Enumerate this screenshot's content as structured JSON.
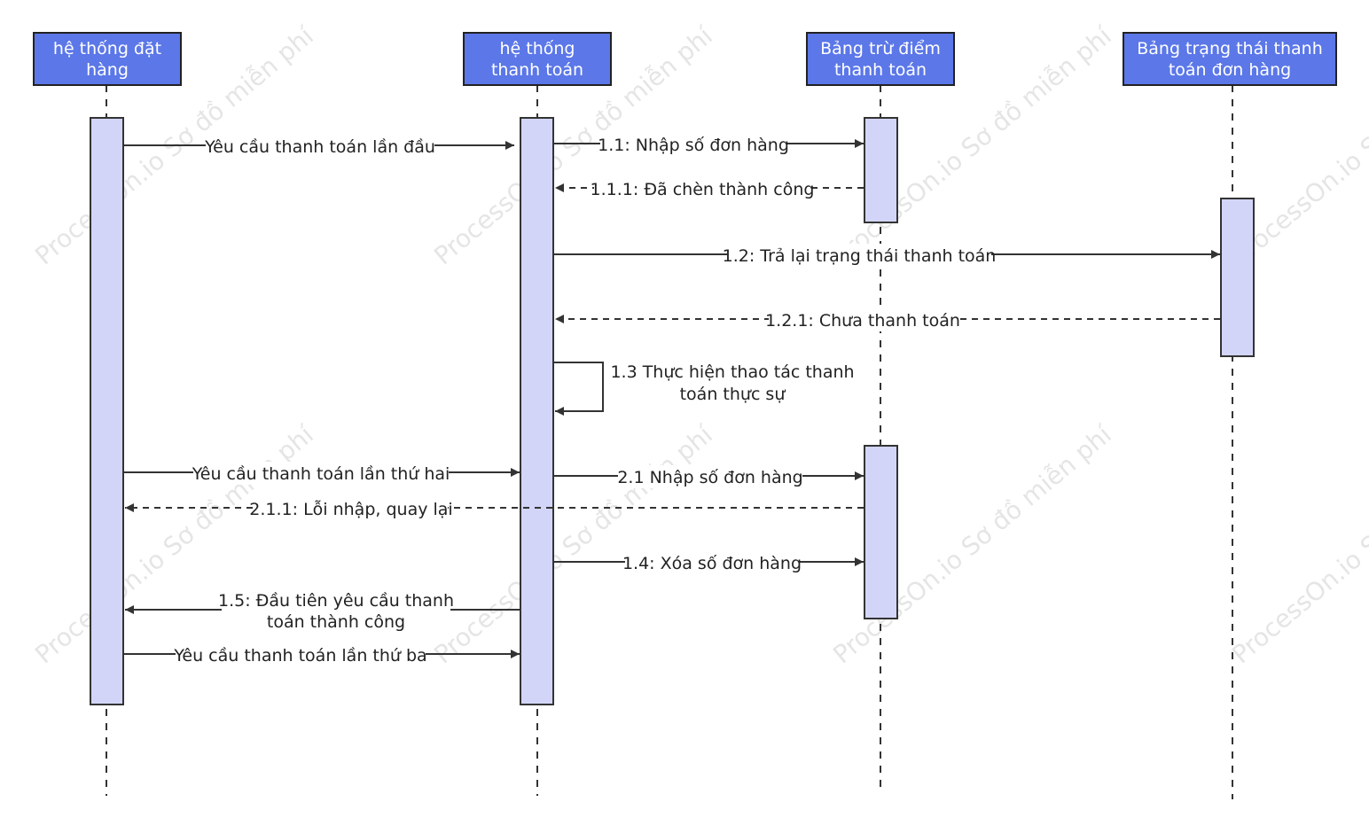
{
  "watermark": "ProcessOn.io Sơ đồ miễn phí",
  "colors": {
    "actor_fill": "#5b77e8",
    "activation_fill": "#d2d5f8",
    "line": "#333333"
  },
  "actors": [
    {
      "line1": "hệ thống đặt",
      "line2": "hàng"
    },
    {
      "line1": "hệ thống",
      "line2": "thanh toán"
    },
    {
      "line1": "Bảng trừ điểm",
      "line2": "thanh toán"
    },
    {
      "line1": "Bảng trạng thái thanh",
      "line2": "toán đơn hàng"
    }
  ],
  "messages": [
    {
      "text": "Yêu cầu thanh toán lần đầu",
      "style": "solid"
    },
    {
      "text": "1.1: Nhập số đơn hàng",
      "style": "solid"
    },
    {
      "text": "1.1.1: Đã chèn thành công",
      "style": "dashed"
    },
    {
      "text": "1.2: Trả lại trạng thái thanh toán",
      "style": "solid"
    },
    {
      "text": "1.2.1: Chưa thanh toán",
      "style": "dashed"
    },
    {
      "text_line1": "1.3 Thực hiện thao tác thanh",
      "text_line2": "toán thực sự",
      "style": "self"
    },
    {
      "text": "Yêu cầu thanh toán lần thứ hai",
      "style": "solid"
    },
    {
      "text": "2.1 Nhập số đơn hàng",
      "style": "solid"
    },
    {
      "text": "2.1.1: Lỗi nhập, quay lại",
      "style": "dashed"
    },
    {
      "text": "1.4: Xóa số đơn hàng",
      "style": "solid"
    },
    {
      "text_line1": "1.5: Đầu tiên yêu cầu thanh",
      "text_line2": "toán thành công",
      "style": "solid"
    },
    {
      "text": "Yêu cầu thanh toán lần thứ ba",
      "style": "solid"
    }
  ]
}
